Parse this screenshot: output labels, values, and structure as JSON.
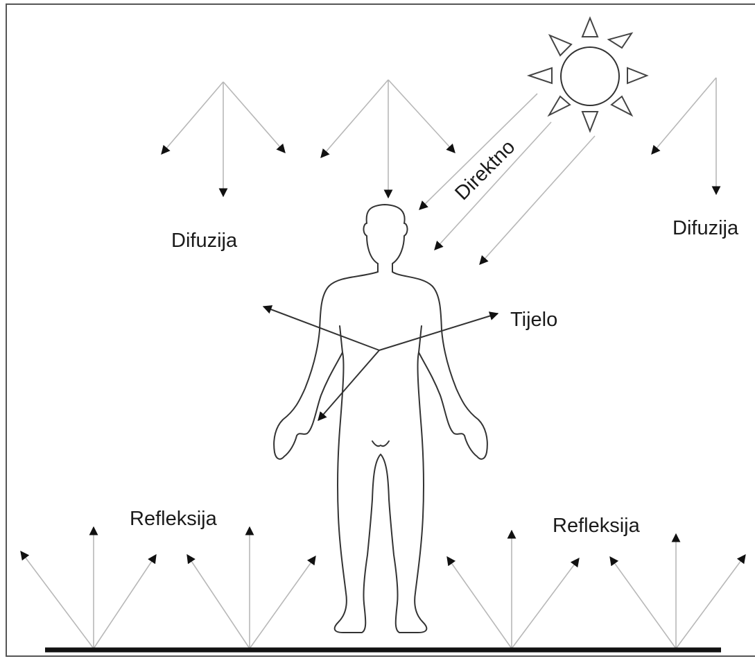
{
  "labels": {
    "difuzija_left": "Difuzija",
    "difuzija_right": "Difuzija",
    "direktno": "Direktno",
    "tijelo": "Tijelo",
    "refleksija_left": "Refleksija",
    "refleksija_right": "Refleksija"
  },
  "colors": {
    "ray": "#b8b8b8",
    "outline": "#333333",
    "ground": "#111111"
  }
}
